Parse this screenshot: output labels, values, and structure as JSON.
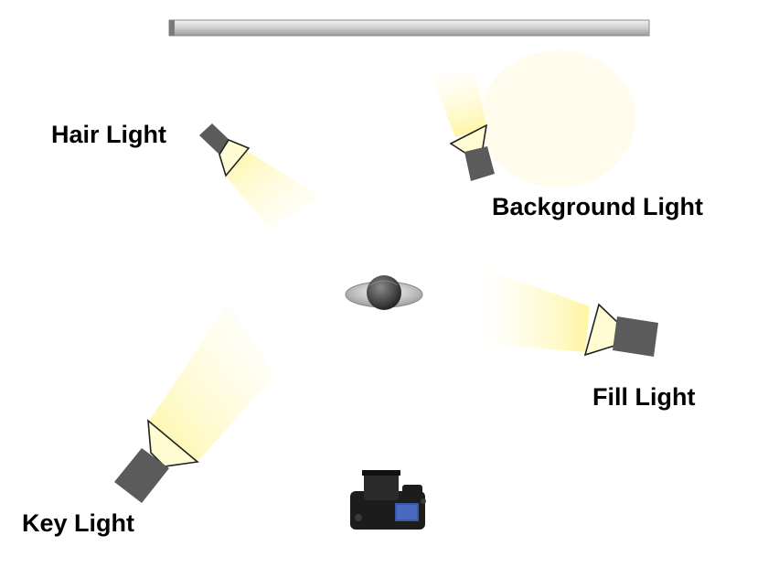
{
  "diagram": {
    "labels": {
      "hair_light": "Hair Light",
      "background_light": "Background Light",
      "fill_light": "Fill Light",
      "key_light": "Key Light"
    },
    "colors": {
      "light_body": "#5b5b5b",
      "beam": "#fff7b0",
      "backdrop": "#d8d8d8",
      "subject": "#333333"
    },
    "icons": [
      "backdrop-bar",
      "subject-icon",
      "camera-icon",
      "light-icon"
    ]
  }
}
